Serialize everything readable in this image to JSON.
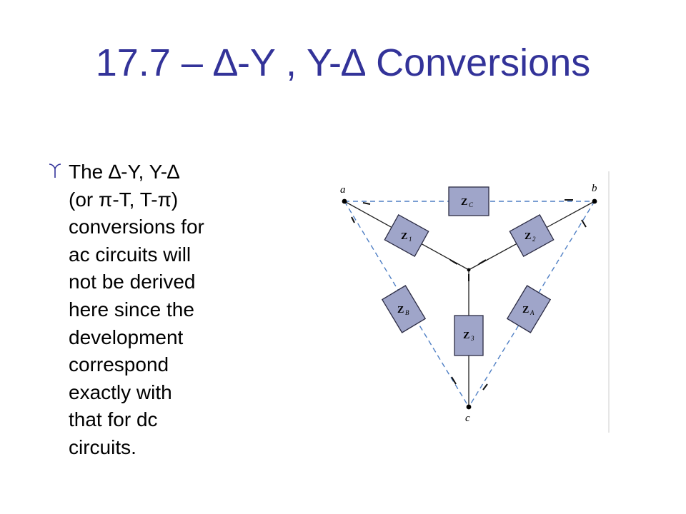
{
  "slide": {
    "title": "17.7 –  ∆-Y , Y-∆ Conversions",
    "bullet_lines": [
      "The ∆-Y, Y-∆",
      "(or π-T, T-π)",
      "conversions for",
      "ac circuits will",
      "not be derived",
      "here since the",
      "development",
      "correspond",
      "exactly with",
      "that for dc",
      "circuits."
    ],
    "bullet_icon": "curl-bullet-icon"
  },
  "diagram": {
    "nodes": {
      "a": "a",
      "b": "b",
      "c": "c"
    },
    "impedances": [
      {
        "id": "zc",
        "main": "Z",
        "sub": "C"
      },
      {
        "id": "z1",
        "main": "Z",
        "sub": "1"
      },
      {
        "id": "z2",
        "main": "Z",
        "sub": "2"
      },
      {
        "id": "z3",
        "main": "Z",
        "sub": "3"
      },
      {
        "id": "zb",
        "main": "Z",
        "sub": "B"
      },
      {
        "id": "za",
        "main": "Z",
        "sub": "A"
      }
    ],
    "colors": {
      "box_fill": "#9fa5c9",
      "box_stroke": "#2c2c44",
      "delta_line": "#4f7fc4",
      "wye_line": "#222222"
    }
  }
}
